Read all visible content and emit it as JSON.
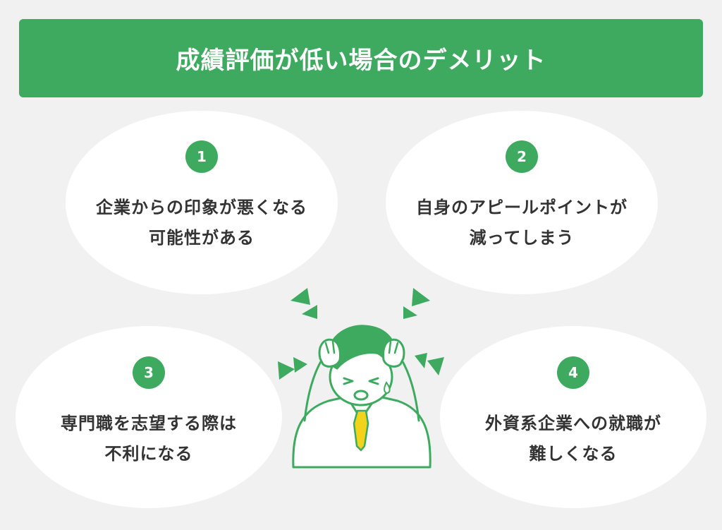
{
  "title": "成績評価が低い場合のデメリット",
  "items": [
    {
      "number": "1",
      "line1": "企業からの印象が悪くなる",
      "line2": "可能性がある"
    },
    {
      "number": "2",
      "line1": "自身のアピールポイントが",
      "line2": "減ってしまう"
    },
    {
      "number": "3",
      "line1": "専門職を志望する際は",
      "line2": "不利になる"
    },
    {
      "number": "4",
      "line1": "外資系企業への就職が",
      "line2": "難しくなる"
    }
  ],
  "colors": {
    "accent": "#3daa5f",
    "background": "#f1f1f1",
    "bubble": "#ffffff",
    "text": "#333333",
    "tie": "#f2d21a"
  },
  "illustration": "worried-businessman-holding-head"
}
